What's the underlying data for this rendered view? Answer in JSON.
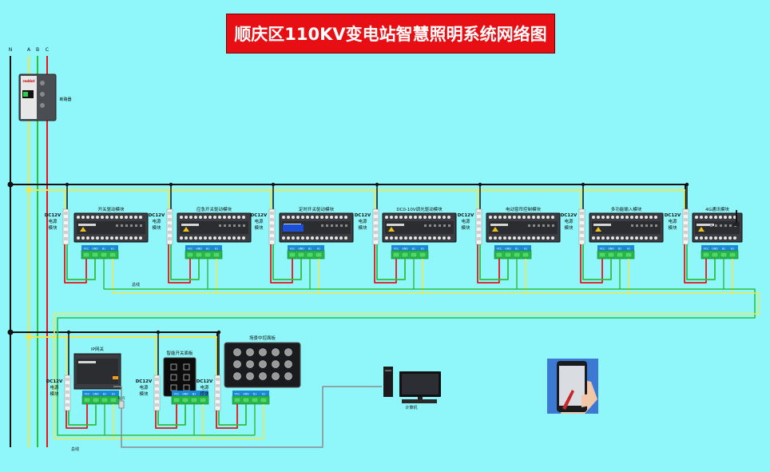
{
  "title": "顺庆区110KV变电站智慧照明系统网络图",
  "phase_labels": [
    "N",
    "A",
    "B",
    "C"
  ],
  "breaker": {
    "label": "断路器",
    "brand": "reddot"
  },
  "power_label": [
    "DC12V",
    "电源",
    "模块"
  ],
  "terminal_labels": [
    "VCC",
    "GND",
    "B1",
    "A1"
  ],
  "device_row1": [
    {
      "label": "开关驱动模块"
    },
    {
      "label": "应急开关驱动模块"
    },
    {
      "label": "定时开关驱动模块"
    },
    {
      "label": "DC0-10V调光驱动模块"
    },
    {
      "label": "电动窗帘控制模块"
    },
    {
      "label": "多功能输入模块"
    },
    {
      "label": "4G通讯模块"
    }
  ],
  "bus_label_row1": "总线",
  "device_row2": [
    {
      "label": "IP网关"
    },
    {
      "label": "智能开关面板"
    },
    {
      "label": "场景中控面板"
    }
  ],
  "bus_label_row2": "总线",
  "computer_label": "计算机",
  "rj45_label": "RJ45",
  "colors": {
    "background": "#8ff7fa",
    "title_bg": "#e80f14",
    "wire_red": "#e8121b",
    "wire_yellow": "#f0e84a",
    "wire_green": "#2fbf3f",
    "wire_black": "#111111",
    "wire_gray": "#8c8c8c",
    "terminal_green": "#29c04a",
    "label_blue": "#1b88d6"
  }
}
